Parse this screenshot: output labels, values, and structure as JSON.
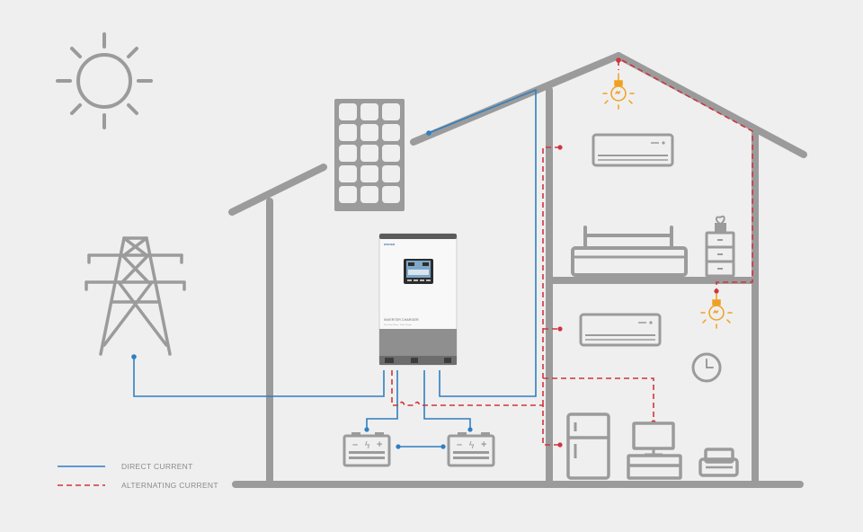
{
  "legend": {
    "direct_current": "DIRECT CURRENT",
    "alternating_current": "ALTERNATING CURRENT"
  },
  "inverter": {
    "brand": "EPEVER",
    "label": "INVERTER CHARGER",
    "sublabel": "Pure Sine Wave · Solar Charge"
  },
  "battery": {
    "minus": "–",
    "plus": "+",
    "bolt": "ϟ"
  },
  "colors": {
    "background": "#efefef",
    "structure": "#9b9b9b",
    "direct_current": "#2f7fc1",
    "alternating_current": "#d1343d",
    "bulb": "#f0a020"
  }
}
